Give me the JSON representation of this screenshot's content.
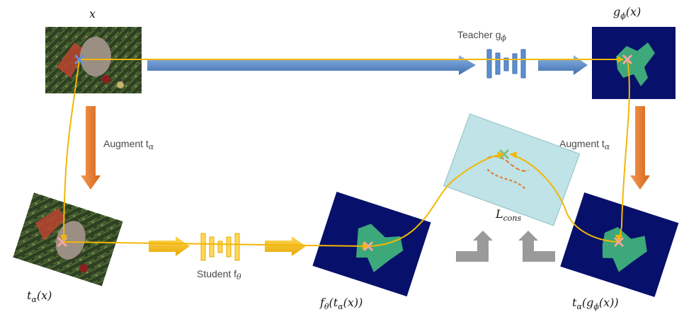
{
  "colors": {
    "teacher_blue": "#5b8fd0",
    "teacher_blue_dark": "#3f6fae",
    "student_gold": "#f0b400",
    "augment_orange": "#e07a2c",
    "yellow_line": "#f2b705",
    "mask_bg": "#07106a",
    "mask_fg": "#3da87a",
    "cons_panel": "#bfe3e6",
    "gray_arrow": "#9a9a9a",
    "cross_marker": "#f4a6a0"
  },
  "labels": {
    "x": "x",
    "teacher_label": "Teacher g",
    "teacher_sub": "ϕ",
    "g_output": "g",
    "g_output_sub": "ϕ",
    "g_output_tail": "(x)",
    "augment_left": "Augment t",
    "augment_left_sub": "α",
    "augment_right": "Augment t",
    "augment_right_sub": "α",
    "student_label": "Student f",
    "student_sub": "θ",
    "t_alpha_x": "t",
    "t_alpha_x_sub": "α",
    "t_alpha_x_tail": "(x)",
    "f_output": "f",
    "f_output_sub": "θ",
    "f_output_mid": "(t",
    "f_output_sub2": "α",
    "f_output_tail": "(x))",
    "cons": "L",
    "cons_sub": "cons",
    "t_g": "t",
    "t_g_sub": "α",
    "t_g_mid": "(g",
    "t_g_sub2": "ϕ",
    "t_g_tail": "(x))"
  },
  "icons": {
    "photo": "cat-photo-icon",
    "mask": "segmentation-mask-icon",
    "network": "network-layers-icon",
    "cross": "cross-marker-icon"
  }
}
